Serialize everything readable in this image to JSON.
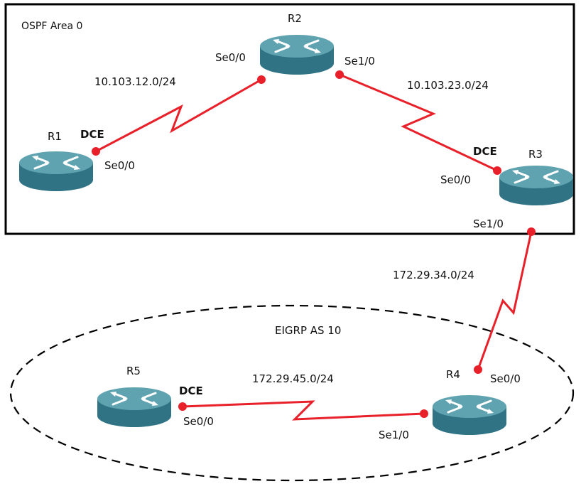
{
  "colors": {
    "link": "#e8202a",
    "endpoint": "#e8202a",
    "router_top": "#5fa3b0",
    "router_side": "#2f7384",
    "area_border": "#000000"
  },
  "areas": {
    "ospf_label": "OSPF Area 0",
    "eigrp_label": "EIGRP AS 10"
  },
  "routers": [
    {
      "name": "R1",
      "icon": "router-icon"
    },
    {
      "name": "R2",
      "icon": "router-icon"
    },
    {
      "name": "R3",
      "icon": "router-icon"
    },
    {
      "name": "R4",
      "icon": "router-icon"
    },
    {
      "name": "R5",
      "icon": "router-icon"
    }
  ],
  "links": {
    "r1_r2": {
      "network": "10.103.12.0/24"
    },
    "r2_r3": {
      "network": "10.103.23.0/24"
    },
    "r3_r4": {
      "network": "172.29.34.0/24"
    },
    "r4_r5": {
      "network": "172.29.45.0/24"
    }
  },
  "interfaces": {
    "r1_se00": "Se0/0",
    "r1_dce": "DCE",
    "r2_se00": "Se0/0",
    "r2_se10": "Se1/0",
    "r3_dce": "DCE",
    "r3_se00": "Se0/0",
    "r3_se10": "Se1/0",
    "r4_se00": "Se0/0",
    "r4_se10": "Se1/0",
    "r5_dce": "DCE",
    "r5_se00": "Se0/0"
  }
}
